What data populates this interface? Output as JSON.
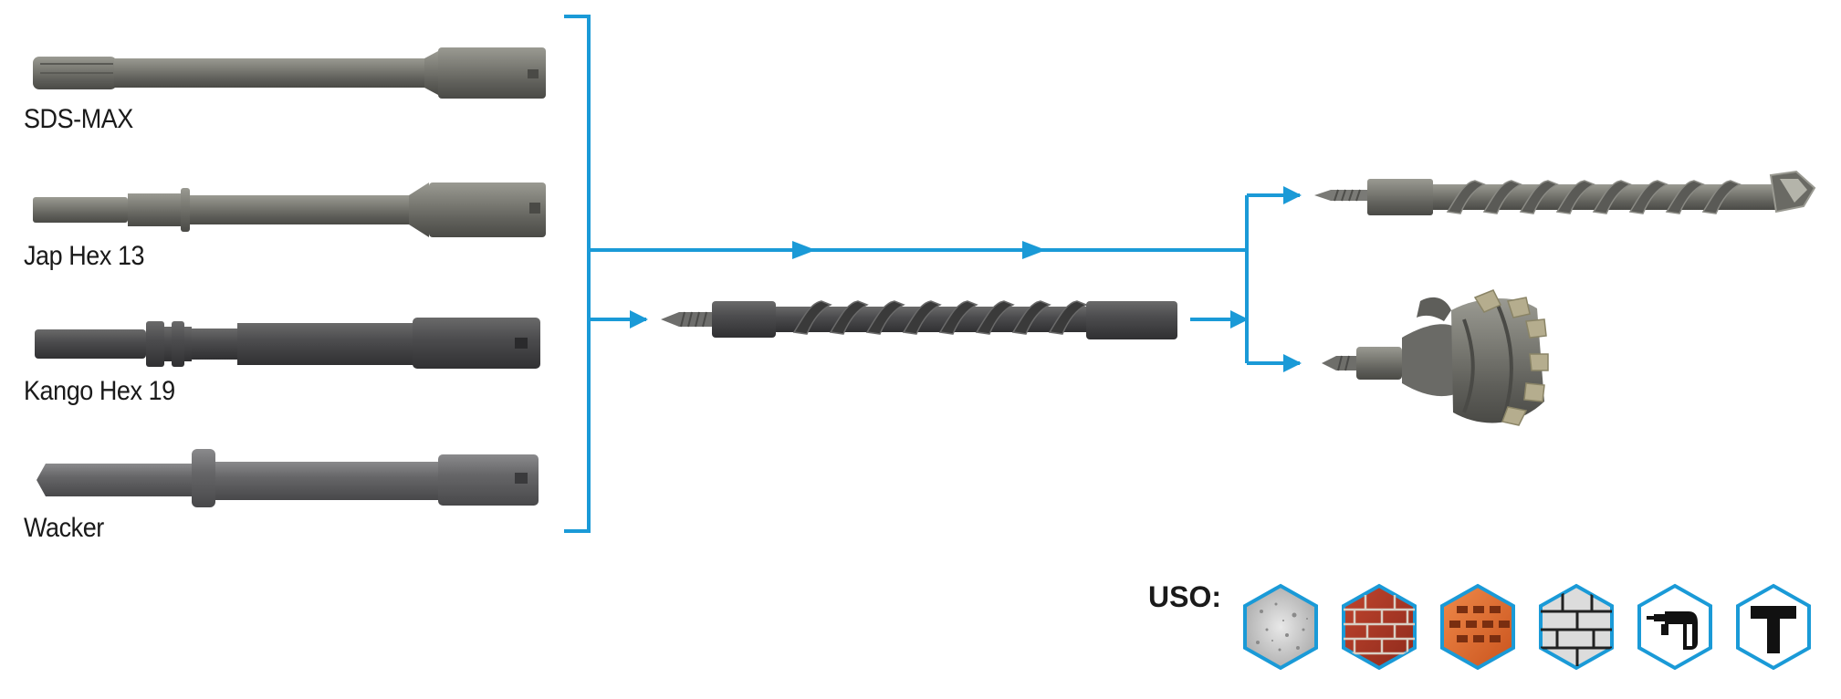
{
  "shanks": [
    {
      "label": "SDS-MAX",
      "icon": "sds-max-shank"
    },
    {
      "label": "Jap Hex 13",
      "icon": "jap-hex-shank"
    },
    {
      "label": "Kango Hex 19",
      "icon": "kango-hex-shank"
    },
    {
      "label": "Wacker",
      "icon": "wacker-shank"
    }
  ],
  "extension": {
    "icon": "spiral-extension-rod"
  },
  "outputs": [
    {
      "icon": "spiral-drill-bit"
    },
    {
      "icon": "core-drill-bit"
    }
  ],
  "uso": {
    "label": "USO:",
    "icons": [
      "concrete-icon",
      "brick-wall-icon",
      "hollow-brick-icon",
      "block-wall-icon",
      "rotary-hammer-icon",
      "hammer-icon"
    ]
  },
  "colors": {
    "accent": "#1a9ad7",
    "steel": "#7a7a72",
    "dark_steel": "#4a4a48"
  }
}
